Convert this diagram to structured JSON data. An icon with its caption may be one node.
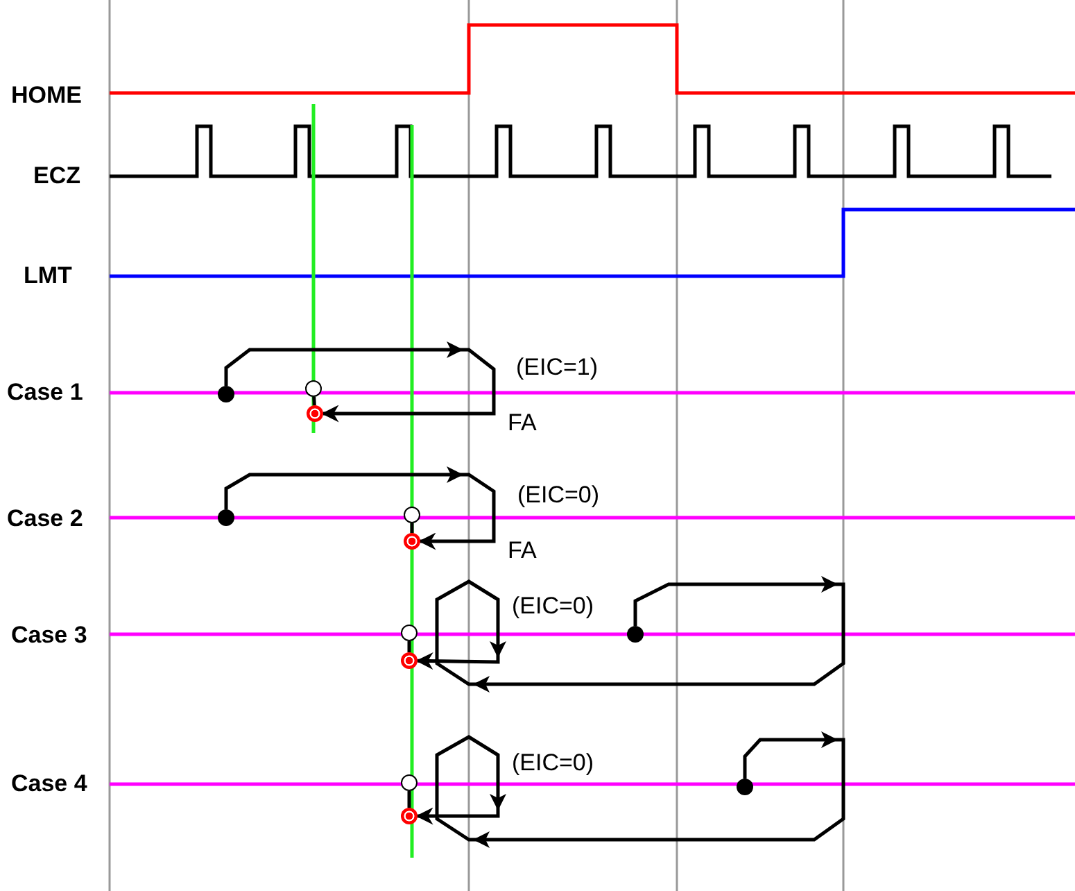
{
  "diagram": {
    "nodes": [
      {
        "text": [],
        "shape": "circle"
      },
      {
        "text": [],
        "shape": "circle"
      },
      {
        "text": [],
        "shape": "circle"
      },
      {
        "text": [],
        "shape": "circle"
      },
      {
        "text": [],
        "shape": "circle"
      },
      {
        "text": [],
        "shape": "circle"
      },
      {
        "text": [],
        "shape": "circle"
      },
      {
        "text": [],
        "shape": "circle"
      },
      {
        "text": [],
        "shape": "circle"
      },
      {
        "text": [],
        "shape": "circle"
      },
      {
        "text": [],
        "shape": "circle"
      },
      {
        "text": [],
        "shape": "circle"
      }
    ],
    "edges": [
      {
        "from": 0,
        "to": 2,
        "arrow": "to"
      },
      {
        "from": 1,
        "to": 2,
        "arrow": "none"
      },
      {
        "from": 3,
        "to": 5,
        "arrow": "to"
      },
      {
        "from": 4,
        "to": 5,
        "arrow": "none"
      },
      {
        "from": 6,
        "to": 7,
        "arrow": "none"
      },
      {
        "from": 8,
        "to": 7,
        "arrow": "to"
      },
      {
        "from": 9,
        "to": 10,
        "arrow": "none"
      },
      {
        "from": 11,
        "to": 10,
        "arrow": "to"
      }
    ],
    "labels": [
      "HOME",
      "ECZ",
      "LMT",
      "Case 1",
      "(EIC=1)",
      "FA",
      "Case 2",
      "(EIC=0)",
      "FA",
      "Case 3",
      "(EIC=0)",
      "Case 4",
      "(EIC=0)"
    ]
  }
}
